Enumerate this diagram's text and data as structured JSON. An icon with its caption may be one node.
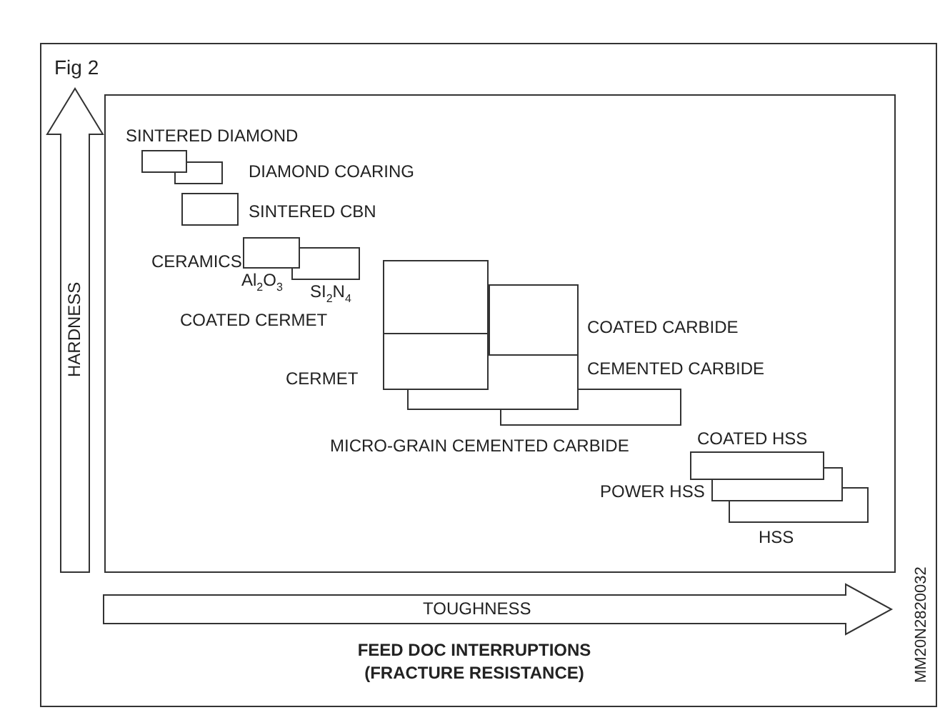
{
  "diagram": {
    "title": "Fig 2",
    "nodes": [
      {
        "text": [],
        "shape": "box",
        "beside": [
          "SINTERED DIAMOND"
        ]
      },
      {
        "text": [],
        "shape": "box",
        "beside": [
          "DIAMOND COARING"
        ]
      },
      {
        "text": [],
        "shape": "box",
        "beside": [
          "SINTERED CBN"
        ]
      },
      {
        "text": [],
        "shape": "box",
        "beside": [
          "CERAMICS",
          "Al$_{2}$O$_{3}$"
        ]
      },
      {
        "text": [],
        "shape": "box",
        "beside": [
          "SI$_{2}$N$_{4}$"
        ]
      },
      {
        "text": [],
        "shape": "box",
        "beside": [
          "COATED CERMET"
        ]
      },
      {
        "text": [],
        "shape": "box",
        "beside": [
          "CERMET"
        ]
      },
      {
        "text": [],
        "shape": "box",
        "beside": [
          "COATED CARBIDE"
        ]
      },
      {
        "text": [],
        "shape": "box",
        "beside": [
          "CEMENTED CARBIDE"
        ]
      },
      {
        "text": [],
        "shape": "box",
        "beside": [
          "MICRO-GRAIN CEMENTED CARBIDE"
        ]
      },
      {
        "text": [],
        "shape": "box",
        "beside": [
          "COATED HSS"
        ]
      },
      {
        "text": [],
        "shape": "box",
        "beside": [
          "POWER HSS"
        ]
      },
      {
        "text": [],
        "shape": "box",
        "beside": [
          "HSS"
        ]
      }
    ],
    "labels": [
      "HARDNESS",
      "TOUGHNESS",
      "FEED DOC INTERRUPTIONS (FRACTURE RESISTANCE)",
      "MM20N2820032"
    ]
  }
}
